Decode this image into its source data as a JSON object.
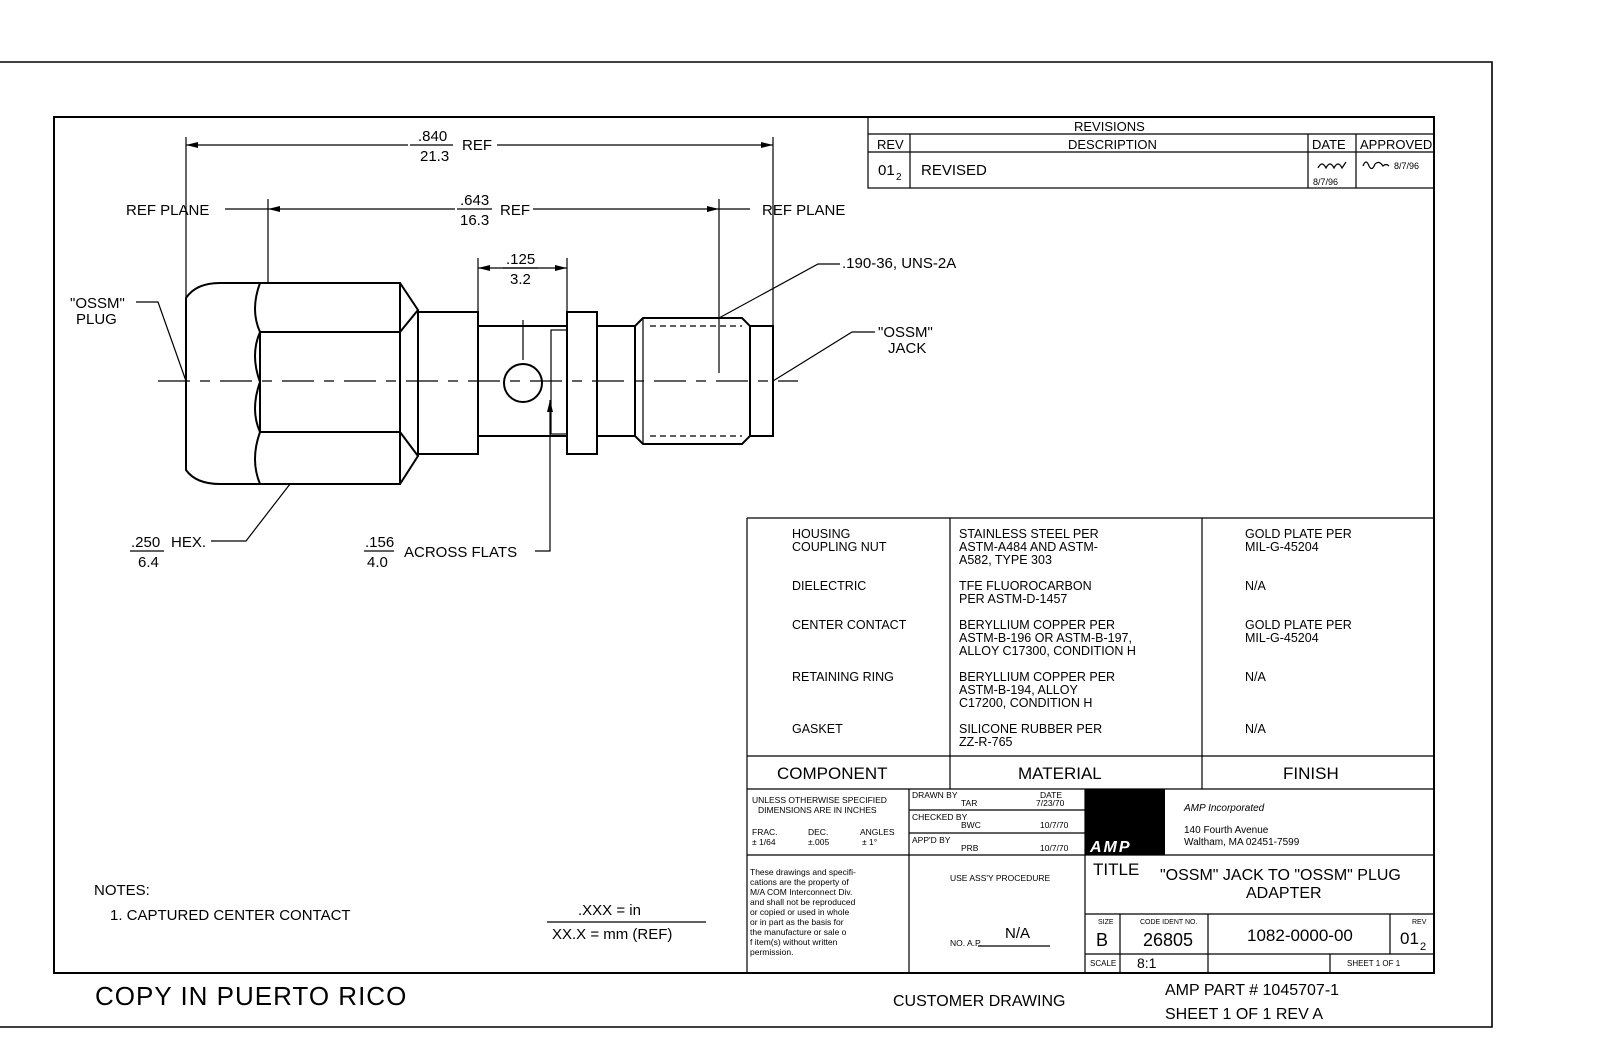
{
  "drawing": {
    "dims": {
      "overall_num": ".840",
      "overall_den": "21.3",
      "overall_ref": "REF",
      "ref_plane_left": "REF PLANE",
      "ref_plane_right": "REF PLANE",
      "plane_num": ".643",
      "plane_den": "16.3",
      "plane_ref": "REF",
      "groove_num": ".125",
      "groove_den": "3.2",
      "thread": ".190-36, UNS-2A",
      "jack_label_1": "\"OSSM\"",
      "jack_label_2": "JACK",
      "plug_label_1": "\"OSSM\"",
      "plug_label_2": "PLUG",
      "hex_num": ".250",
      "hex_den": "6.4",
      "hex_text": "HEX.",
      "flats_num": ".156",
      "flats_den": "4.0",
      "flats_text": "ACROSS FLATS"
    },
    "notes_title": "NOTES:",
    "notes": [
      "1. CAPTURED CENTER CONTACT"
    ],
    "units": {
      "in": ".XXX = in",
      "mm": "XX.X = mm (REF)"
    }
  },
  "revisions": {
    "title": "REVISIONS",
    "headers": [
      "REV",
      "DESCRIPTION",
      "DATE",
      "APPROVED"
    ],
    "rows": [
      {
        "rev": "01",
        "rev_sub": "2",
        "description": "REVISED",
        "date": "8/7/96",
        "approved": "8/7/96"
      }
    ]
  },
  "bom": {
    "headers": [
      "COMPONENT",
      "MATERIAL",
      "FINISH"
    ],
    "rows": [
      {
        "component": [
          "HOUSING",
          "COUPLING NUT"
        ],
        "material": [
          "STAINLESS STEEL PER",
          "ASTM-A484 AND ASTM-",
          "A582, TYPE 303"
        ],
        "finish": [
          "GOLD PLATE PER",
          "MIL-G-45204"
        ]
      },
      {
        "component": [
          "DIELECTRIC"
        ],
        "material": [
          "TFE FLUOROCARBON",
          "PER ASTM-D-1457"
        ],
        "finish": [
          "N/A"
        ]
      },
      {
        "component": [
          "CENTER CONTACT"
        ],
        "material": [
          "BERYLLIUM COPPER PER",
          "ASTM-B-196 OR ASTM-B-197,",
          "ALLOY C17300, CONDITION H"
        ],
        "finish": [
          "GOLD PLATE PER",
          "MIL-G-45204"
        ]
      },
      {
        "component": [
          "RETAINING RING"
        ],
        "material": [
          "BERYLLIUM COPPER PER",
          "ASTM-B-194, ALLOY",
          "C17200, CONDITION H"
        ],
        "finish": [
          "N/A"
        ]
      },
      {
        "component": [
          "GASKET"
        ],
        "material": [
          "SILICONE RUBBER PER",
          "ZZ-R-765"
        ],
        "finish": [
          "N/A"
        ]
      }
    ]
  },
  "title_block": {
    "tolerance": {
      "line1": "UNLESS OTHERWISE SPECIFIED",
      "line2": "DIMENSIONS ARE IN INCHES",
      "frac_h": "FRAC.",
      "dec_h": "DEC.",
      "ang_h": "ANGLES",
      "frac_v": "± 1/64",
      "dec_v": "±.005",
      "ang_v": "± 1°"
    },
    "drawn_by_label": "DRAWN BY",
    "drawn_by": "TAR",
    "date_label": "DATE",
    "drawn_date": "7/23/70",
    "checked_by_label": "CHECKED BY",
    "checked_by": "BWC",
    "checked_date": "10/7/70",
    "appd_by_label": "APP'D BY",
    "appd_by": "PRB",
    "appd_date": "10/7/70",
    "proprietary": [
      "These drawings and specifi-",
      "cations are the property of",
      "M/A COM Interconnect Div.",
      "and shall not be reproduced",
      "or copied or used in whole",
      "or in part as the basis for",
      "the manufacture or sale o",
      "f item(s) without written",
      "permission."
    ],
    "assy": "USE ASS'Y PROCEDURE",
    "no_ap_label": "NO. A.P.",
    "no_ap": "N/A",
    "logo": "AMP",
    "company": "AMP Incorporated",
    "address1": "140 Fourth Avenue",
    "address2": "Waltham, MA 02451-7599",
    "title_label": "TITLE",
    "title_line1": "\"OSSM\" JACK TO \"OSSM\" PLUG",
    "title_line2": "ADAPTER",
    "size_label": "SIZE",
    "size": "B",
    "code_label": "CODE IDENT NO.",
    "code": "26805",
    "dwg_no": "1082-0000-00",
    "rev_label": "REV",
    "rev": "01",
    "rev_sub": "2",
    "scale_label": "SCALE",
    "scale": "8:1",
    "sheet": "SHEET 1 OF 1"
  },
  "footer": {
    "left": "COPY IN PUERTO RICO",
    "center": "CUSTOMER DRAWING",
    "part": "AMP PART # 1045707-1",
    "sheet": "SHEET 1 OF 1  REV A"
  }
}
